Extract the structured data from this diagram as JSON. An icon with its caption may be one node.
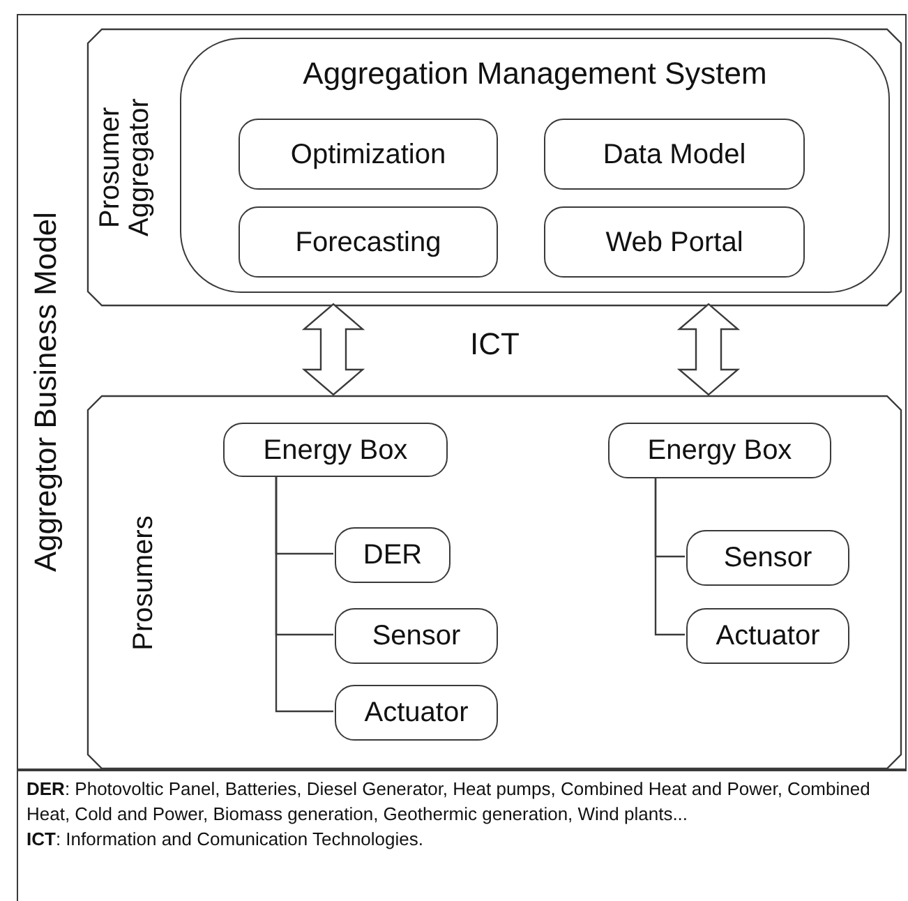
{
  "diagram": {
    "nodes": [
      {
        "text": [
          "Aggregtor Business Model"
        ]
      },
      {
        "text": [
          "Prosumer Aggregator"
        ],
        "in": 0
      },
      {
        "text": [
          "Aggregation Management System"
        ],
        "in": 1
      },
      {
        "text": [
          "Optimization"
        ],
        "in": 2
      },
      {
        "text": [
          "Data Model"
        ],
        "in": 2
      },
      {
        "text": [
          "Forecasting"
        ],
        "in": 2
      },
      {
        "text": [
          "Web Portal"
        ],
        "in": 2
      },
      {
        "text": [
          "Prosumers"
        ],
        "in": 0
      },
      {
        "text": [
          "Energy Box"
        ],
        "in": 7
      },
      {
        "text": [
          "DER"
        ],
        "in": 7
      },
      {
        "text": [
          "Sensor"
        ],
        "in": 7
      },
      {
        "text": [
          "Actuator"
        ],
        "in": 7
      },
      {
        "text": [
          "Energy Box"
        ],
        "in": 7
      },
      {
        "text": [
          "Sensor"
        ],
        "in": 7
      },
      {
        "text": [
          "Actuator"
        ],
        "in": 7
      }
    ],
    "edges": [
      {
        "from": 1,
        "to": 7,
        "arrow": "both"
      },
      {
        "from": 1,
        "to": 7,
        "arrow": "both"
      },
      {
        "from": 8,
        "to": 9,
        "arrow": "none"
      },
      {
        "from": 8,
        "to": 10,
        "arrow": "none"
      },
      {
        "from": 8,
        "to": 11,
        "arrow": "none"
      },
      {
        "from": 12,
        "to": 13,
        "arrow": "none"
      },
      {
        "from": 12,
        "to": 14,
        "arrow": "none"
      }
    ],
    "labels": [
      "ICT",
      "**DER**: Photovoltic Panel, Batteries, Diesel Generator, Heat pumps, Combined Heat and Power, Combined Heat, Cold and Power, Biomass generation, Geothermic generation, Wind plants...",
      "**ICT**: Information and Comunication Technologies."
    ]
  }
}
